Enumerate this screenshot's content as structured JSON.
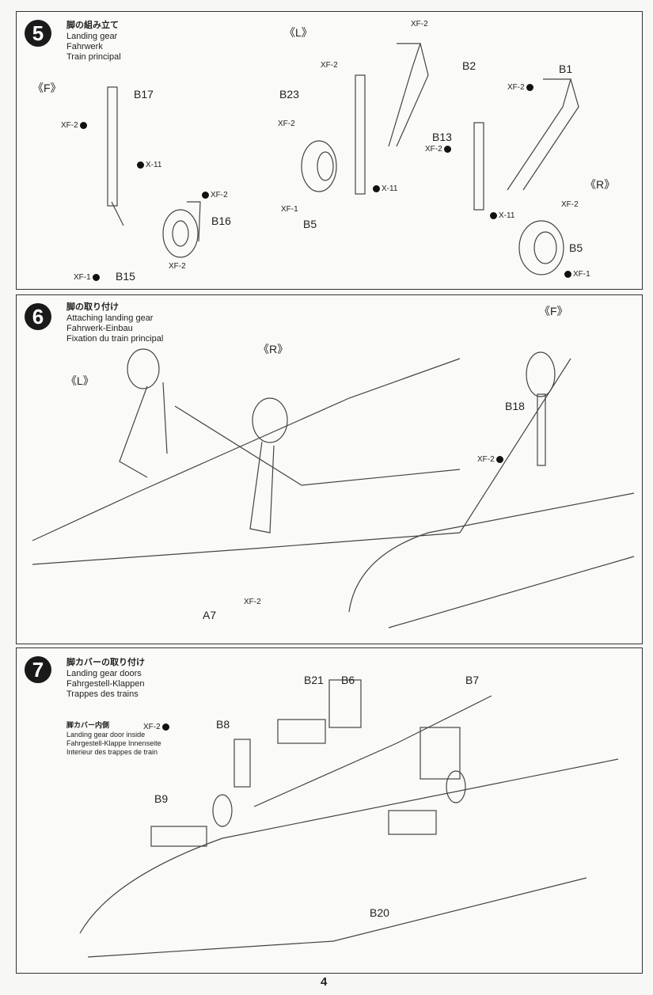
{
  "steps": [
    {
      "number": "5",
      "title_jp": "脚の組み立て",
      "title_en": "Landing gear",
      "title_de": "Fahrwerk",
      "title_fr": "Train principal",
      "labels": [
        "《F》",
        "B17",
        "XF-2",
        "X-11",
        "XF-2",
        "B16",
        "XF-2",
        "XF-1",
        "B15",
        "《L》",
        "XF-2",
        "B2",
        "XF-2",
        "B23",
        "XF-2",
        "X-11",
        "XF-1",
        "B5",
        "B1",
        "XF-2",
        "B13",
        "XF-2",
        "《R》",
        "XF-2",
        "X-11",
        "B5",
        "XF-1"
      ]
    },
    {
      "number": "6",
      "title_jp": "脚の取り付け",
      "title_en": "Attaching landing gear",
      "title_de": "Fahrwerk-Einbau",
      "title_fr": "Fixation du train principal",
      "labels": [
        "《R》",
        "《L》",
        "《F》",
        "B18",
        "XF-2",
        "XF-2",
        "A7"
      ]
    },
    {
      "number": "7",
      "title_jp": "脚カバーの取り付け",
      "title_en": "Landing gear doors",
      "title_de": "Fahrgestell-Klappen",
      "title_fr": "Trappes des trains",
      "note_jp": "脚カバー内側",
      "note_en": "Landing gear door inside",
      "note_de": "Fahrgestell-Klappe Innenseite",
      "note_fr": "Interieur des trappes de train",
      "labels": [
        "XF-2",
        "B8",
        "B21",
        "B6",
        "B7",
        "B9",
        "B20"
      ]
    }
  ],
  "page_number": "4"
}
